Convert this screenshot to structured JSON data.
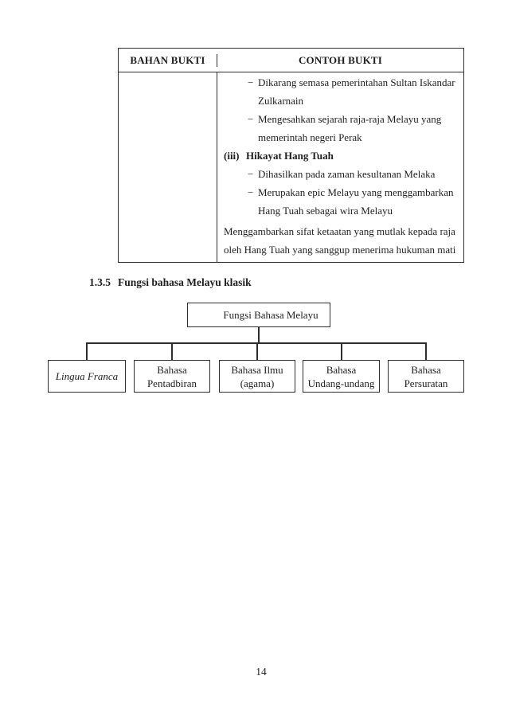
{
  "page": {
    "number": "14",
    "ink_color": "#1e1e1e",
    "line_color": "#2e2e2e"
  },
  "table": {
    "header": {
      "col1": "BAHAN BUKTI",
      "col2": "CONTOH BUKTI"
    },
    "body": {
      "items": [
        {
          "kind": "dash",
          "marker": "−",
          "text": "Dikarang semasa pemerintahan Sultan Iskandar"
        },
        {
          "kind": "cont",
          "marker": "",
          "text": "Zulkarnain"
        },
        {
          "kind": "dash",
          "marker": "−",
          "text": "Mengesahkan sejarah raja-raja Melayu yang"
        },
        {
          "kind": "cont",
          "marker": "",
          "text": "memerintah negeri Perak"
        },
        {
          "kind": "numbered",
          "marker": "(iii)",
          "text": "Hikayat Hang Tuah"
        },
        {
          "kind": "dash",
          "marker": "−",
          "text": "Dihasilkan pada zaman kesultanan Melaka"
        },
        {
          "kind": "dash",
          "marker": "−",
          "text": "Merupakan epic Melayu yang menggambarkan"
        },
        {
          "kind": "cont",
          "marker": "",
          "text": "Hang Tuah sebagai wira Melayu"
        },
        {
          "kind": "para",
          "marker": "",
          "text": "Menggambarkan sifat ketaatan yang mutlak kepada raja"
        },
        {
          "kind": "para",
          "marker": "",
          "text": "oleh Hang Tuah yang sanggup menerima hukuman mati"
        }
      ]
    }
  },
  "section": {
    "number": "1.3.5",
    "title": "Fungsi bahasa Melayu klasik"
  },
  "diagram": {
    "root_label": "Fungsi Bahasa Melayu",
    "children": [
      {
        "line1": "Lingua Franca",
        "line2": ""
      },
      {
        "line1": "Bahasa",
        "line2": "Pentadbiran"
      },
      {
        "line1": "Bahasa Ilmu",
        "line2": "(agama)"
      },
      {
        "line1": "Bahasa",
        "line2": "Undang-undang"
      },
      {
        "line1": "Bahasa",
        "line2": "Persuratan"
      }
    ]
  }
}
